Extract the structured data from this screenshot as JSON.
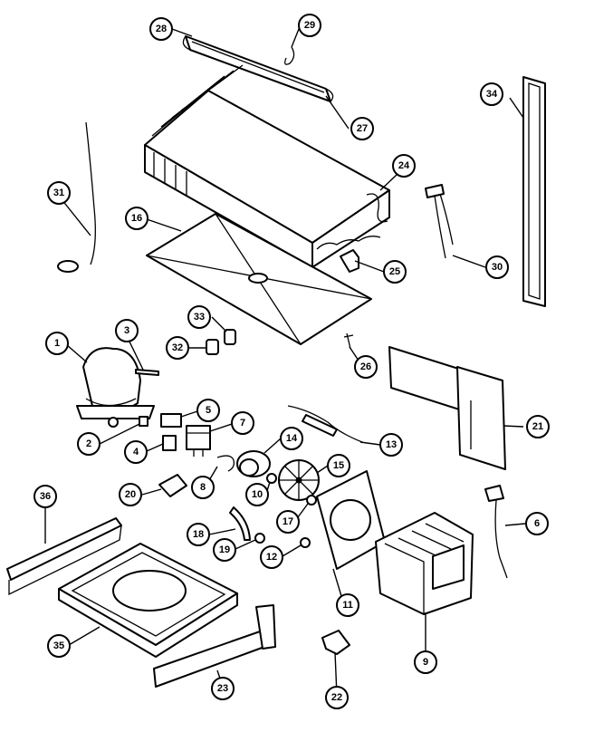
{
  "callouts": [
    {
      "label": "1"
    },
    {
      "label": "2"
    },
    {
      "label": "3"
    },
    {
      "label": "4"
    },
    {
      "label": "5"
    },
    {
      "label": "6"
    },
    {
      "label": "7"
    },
    {
      "label": "8"
    },
    {
      "label": "9"
    },
    {
      "label": "10"
    },
    {
      "label": "11"
    },
    {
      "label": "12"
    },
    {
      "label": "13"
    },
    {
      "label": "14"
    },
    {
      "label": "15"
    },
    {
      "label": "16"
    },
    {
      "label": "17"
    },
    {
      "label": "18"
    },
    {
      "label": "19"
    },
    {
      "label": "20"
    },
    {
      "label": "21"
    },
    {
      "label": "22"
    },
    {
      "label": "23"
    },
    {
      "label": "24"
    },
    {
      "label": "25"
    },
    {
      "label": "26"
    },
    {
      "label": "27"
    },
    {
      "label": "28"
    },
    {
      "label": "29"
    },
    {
      "label": "30"
    },
    {
      "label": "31"
    },
    {
      "label": "32"
    },
    {
      "label": "33"
    },
    {
      "label": "34"
    },
    {
      "label": "35"
    },
    {
      "label": "36"
    }
  ]
}
